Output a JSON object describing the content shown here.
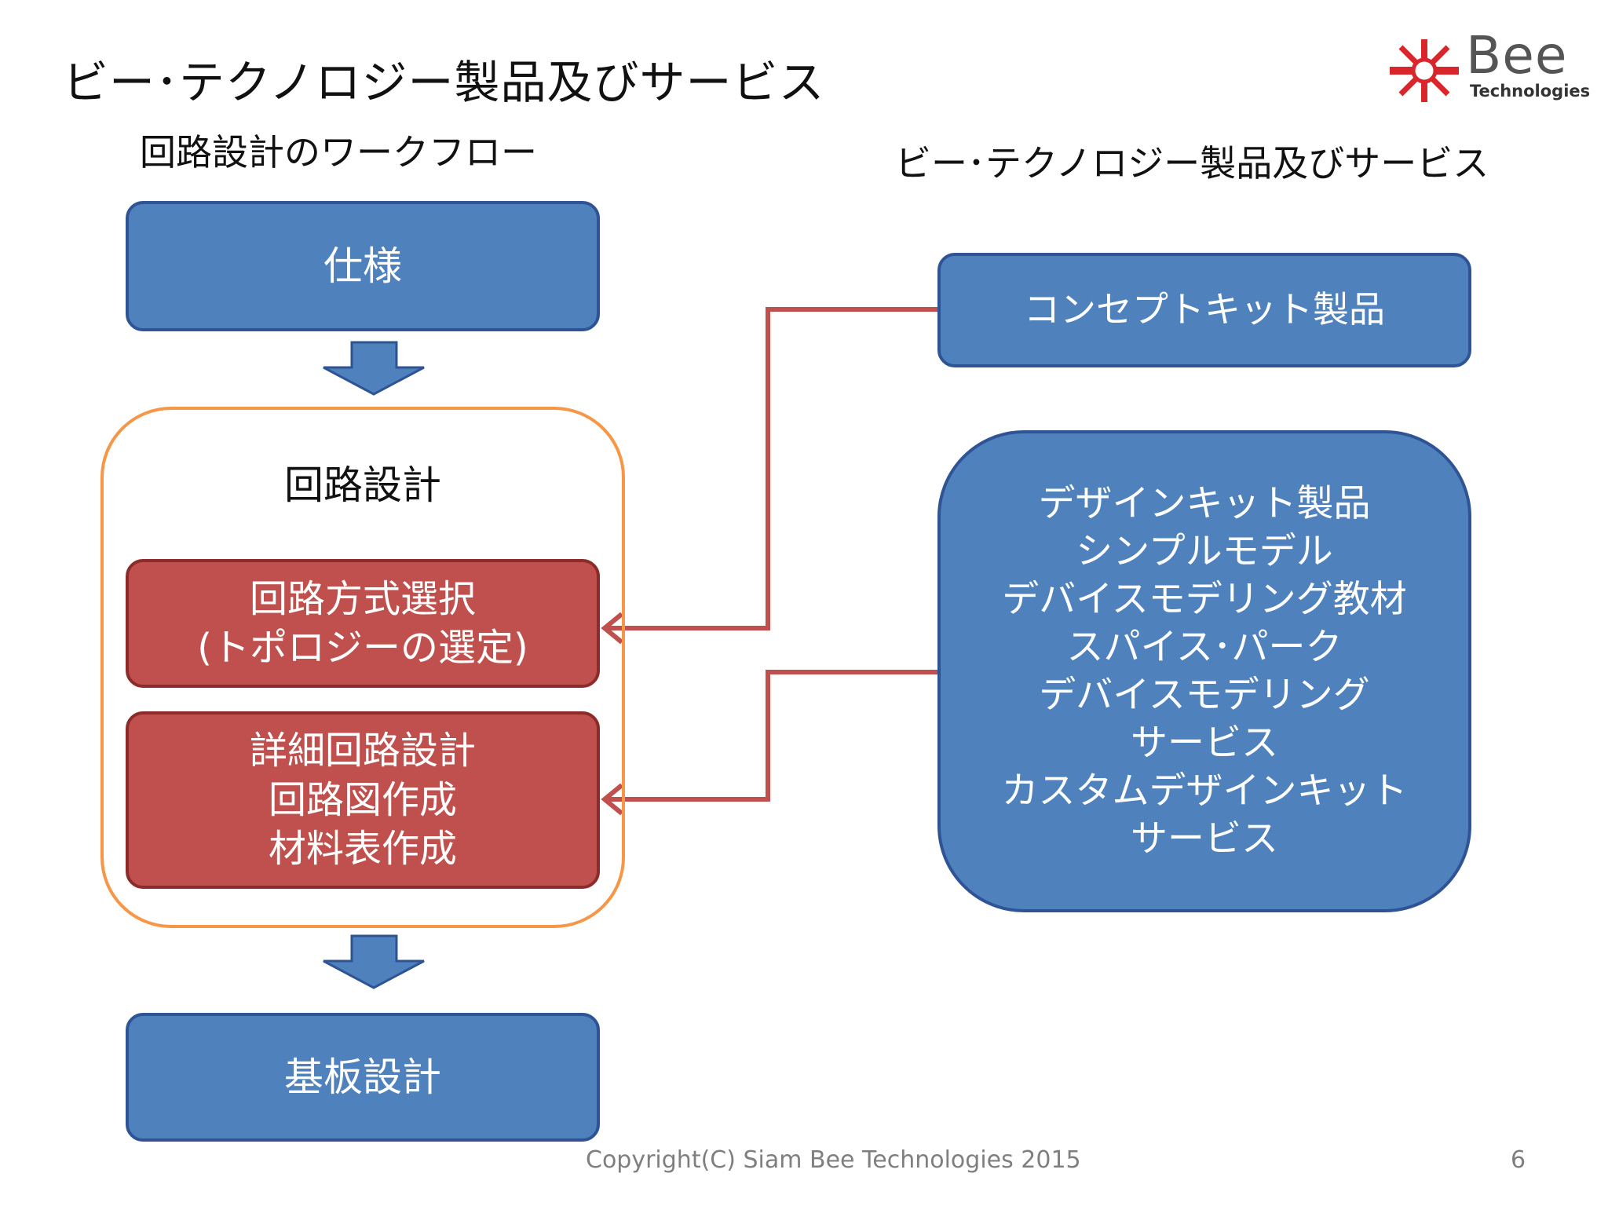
{
  "title": "ビー･テクノロジー製品及びサービス",
  "logo": {
    "name": "Bee",
    "sub": "Technologies"
  },
  "left": {
    "heading": "回路設計のワークフロー",
    "spec": "仕様",
    "circuit_design": "回路設計",
    "topology_box": [
      "回路方式選択",
      "(トポロジーの選定)"
    ],
    "detail_box": [
      "詳細回路設計",
      "回路図作成",
      "材料表作成"
    ],
    "pcb": "基板設計"
  },
  "right": {
    "heading": "ビー･テクノロジー製品及びサービス",
    "concept_kit": "コンセプトキット製品",
    "services": [
      "デザインキット製品",
      "シンプルモデル",
      "デバイスモデリング教材",
      "スパイス･パーク",
      "デバイスモデリング",
      "サービス",
      "カスタムデザインキット",
      "サービス"
    ]
  },
  "footer": {
    "copyright": "Copyright(C) Siam Bee Technologies 2015",
    "page": "6"
  },
  "colors": {
    "blue_fill": "#4f81bd",
    "blue_border": "#2f5496",
    "red_fill": "#c0504d",
    "red_border": "#8c2c2a",
    "orange_border": "#f79646",
    "connector": "#c0504d"
  },
  "icons": [
    "bee-logo-icon",
    "down-arrow-icon",
    "connector-arrow-icon"
  ]
}
